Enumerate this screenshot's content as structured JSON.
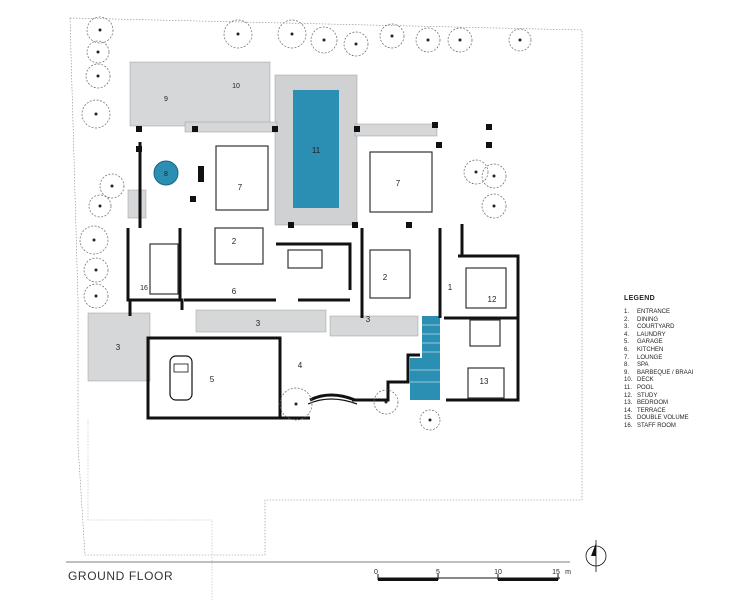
{
  "title": "GROUND FLOOR",
  "legend": {
    "title": "LEGEND",
    "items": [
      {
        "num": "1.",
        "label": "ENTRANCE"
      },
      {
        "num": "2.",
        "label": "DINING"
      },
      {
        "num": "3.",
        "label": "COURTYARD"
      },
      {
        "num": "4.",
        "label": "LAUNDRY"
      },
      {
        "num": "5.",
        "label": "GARAGE"
      },
      {
        "num": "6.",
        "label": "KITCHEN"
      },
      {
        "num": "7.",
        "label": "LOUNGE"
      },
      {
        "num": "8.",
        "label": "SPA"
      },
      {
        "num": "9.",
        "label": "BARBEQUE / BRAAI"
      },
      {
        "num": "10.",
        "label": "DECK"
      },
      {
        "num": "11.",
        "label": "POOL"
      },
      {
        "num": "12.",
        "label": "STUDY"
      },
      {
        "num": "13.",
        "label": "BEDROOM"
      },
      {
        "num": "14.",
        "label": "TERRACE"
      },
      {
        "num": "15.",
        "label": "DOUBLE VOLUME"
      },
      {
        "num": "16.",
        "label": "STAFF ROOM"
      }
    ]
  },
  "rooms": {
    "r1": "1",
    "r2a": "2",
    "r2b": "2",
    "r3a": "3",
    "r3b": "3",
    "r3c": "3",
    "r4": "4",
    "r5": "5",
    "r6": "6",
    "r7a": "7",
    "r7b": "7",
    "r8": "8",
    "r9": "9",
    "r10": "10",
    "r11": "11",
    "r12": "12",
    "r13": "13",
    "r16": "16"
  },
  "scale": {
    "t0": "0",
    "t5": "5",
    "t10": "10",
    "t15": "15",
    "unit": "m"
  },
  "colors": {
    "pool": "#2b8fb3",
    "deck": "#cfd1d2",
    "wall": "#111111"
  }
}
